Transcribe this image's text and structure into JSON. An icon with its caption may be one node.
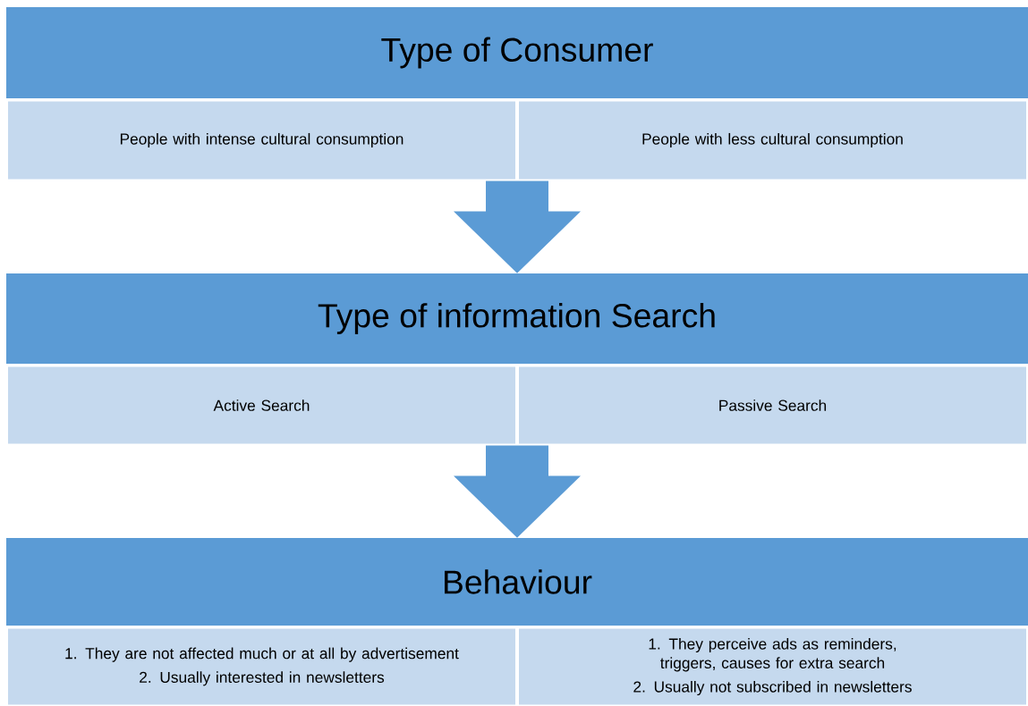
{
  "diagram": {
    "nodes": [
      {
        "text": [
          "Type of Consumer"
        ]
      },
      {
        "text": [
          "People with intense cultural consumption"
        ]
      },
      {
        "text": [
          "People with less cultural consumption"
        ]
      },
      {
        "text": [
          "Type of information Search"
        ]
      },
      {
        "text": [
          "Active Search"
        ]
      },
      {
        "text": [
          "Passive Search"
        ]
      },
      {
        "text": [
          "Behaviour"
        ]
      },
      {
        "text": [
          "1. They are not affected much or at all by advertisement",
          "2. Usually interested in newsletters"
        ]
      },
      {
        "text": [
          "1. They perceive ads as reminders, triggers, causes for extra search",
          "2. Usually not subscribed in newsletters"
        ]
      }
    ],
    "edges": [
      {
        "from": 1,
        "to": 3,
        "arrow": "to"
      },
      {
        "from": 2,
        "to": 3,
        "arrow": "to"
      },
      {
        "from": 4,
        "to": 6,
        "arrow": "to"
      },
      {
        "from": 5,
        "to": 6,
        "arrow": "to"
      }
    ]
  }
}
